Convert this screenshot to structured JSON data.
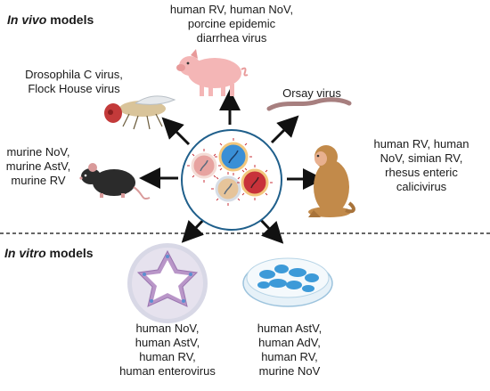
{
  "sections": {
    "in_vivo": {
      "emph": "In vivo",
      "rest": " models"
    },
    "in_vitro": {
      "emph": "In vitro",
      "rest": " models"
    }
  },
  "labels": {
    "pig": [
      "human RV, human NoV,",
      "porcine epidemic",
      "diarrhea virus"
    ],
    "fly": [
      "Drosophila C virus,",
      "Flock House virus"
    ],
    "worm": [
      "Orsay virus"
    ],
    "mouse": [
      "murine NoV,",
      "murine AstV,",
      "murine RV"
    ],
    "monkey": [
      "human RV, human",
      "NoV, simian RV,",
      "rhesus enteric",
      "calicivirus"
    ],
    "organoid": [
      "human NoV,",
      "human AstV,",
      "human RV,",
      "human enterovirus"
    ],
    "dish": [
      "human AstV,",
      "human AdV,",
      "human RV,",
      "murine NoV"
    ]
  },
  "colors": {
    "arrow": "#111111",
    "divider": "#333333",
    "circle_border": "#1f5f8b",
    "virus_blue": "#3a8fd6",
    "virus_pink": "#e7a3a0",
    "virus_red": "#c8323a",
    "virus_tan": "#e6c49a",
    "monkey_fur": "#c28a4a",
    "pig_pink": "#f4b6b6",
    "dish_blue": "#3d9ad8"
  },
  "icons": [
    "virus-icon",
    "pig-icon",
    "fly-icon",
    "worm-icon",
    "mouse-icon",
    "monkey-icon",
    "organoid-icon",
    "petri-dish-icon"
  ]
}
